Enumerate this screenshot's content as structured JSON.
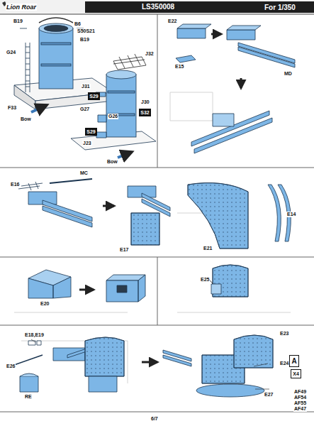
{
  "diagram": {
    "title": "LS350008",
    "nodes": [
      {
        "text": [
          "S29"
        ]
      },
      {
        "text": [
          "S32"
        ]
      },
      {
        "text": [
          "S29"
        ]
      },
      {
        "text": [
          "A"
        ]
      },
      {
        "text": [
          "X4"
        ]
      }
    ],
    "labels": [
      "Lion Roar",
      "For 1/350",
      "B19",
      "B6",
      "B19",
      "G24",
      "S50S21",
      "F33",
      "Bow",
      "J32",
      "J31",
      "G27",
      "G26",
      "J30",
      "J23",
      "Bow",
      "E22",
      "E15",
      "MD",
      "E16",
      "MC",
      "E17",
      "E21",
      "E14",
      "E20",
      "E25",
      "E18,E19",
      "E26",
      "RE",
      "E23",
      "E24",
      "E27",
      "AF49",
      "AF54",
      "AF55",
      "AF47",
      "6/7"
    ]
  }
}
